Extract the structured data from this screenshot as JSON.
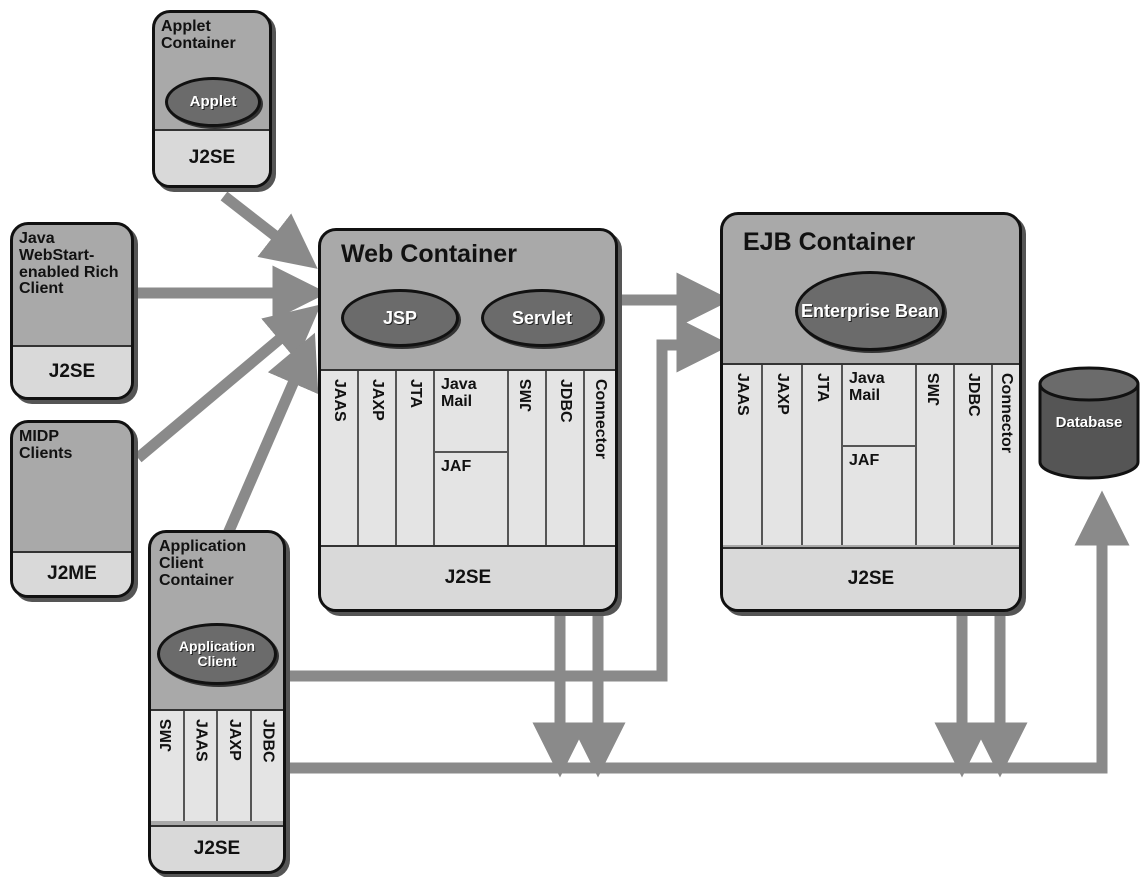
{
  "applet_container": {
    "title": "Applet Container",
    "component": "Applet",
    "platform": "J2SE"
  },
  "webstart_client": {
    "title": "Java WebStart-enabled Rich Client",
    "platform": "J2SE"
  },
  "midp_client": {
    "title": "MIDP Clients",
    "platform": "J2ME"
  },
  "app_client_container": {
    "title": "Application Client Container",
    "component": "Application Client",
    "apis": [
      "JMS",
      "JAAS",
      "JAXP",
      "JDBC"
    ],
    "platform": "J2SE"
  },
  "web_container": {
    "title": "Web Container",
    "components": [
      "JSP",
      "Servlet"
    ],
    "apis_left": [
      "JAAS",
      "JAXP",
      "JTA"
    ],
    "mail": "Java Mail",
    "jaf": "JAF",
    "apis_right": [
      "JMS",
      "JDBC",
      "Connector"
    ],
    "platform": "J2SE"
  },
  "ejb_container": {
    "title": "EJB Container",
    "component": "Enterprise Bean",
    "apis_left": [
      "JAAS",
      "JAXP",
      "JTA"
    ],
    "mail": "Java Mail",
    "jaf": "JAF",
    "apis_right": [
      "JMS",
      "JDBC",
      "Connector"
    ],
    "platform": "J2SE"
  },
  "database": {
    "label": "Database"
  },
  "colors": {
    "box_fill": "#a9a9a9",
    "api_fill": "#e4e4e4",
    "pill_fill": "#6b6b6b",
    "arrow": "#8a8a8a",
    "outline": "#111111"
  }
}
